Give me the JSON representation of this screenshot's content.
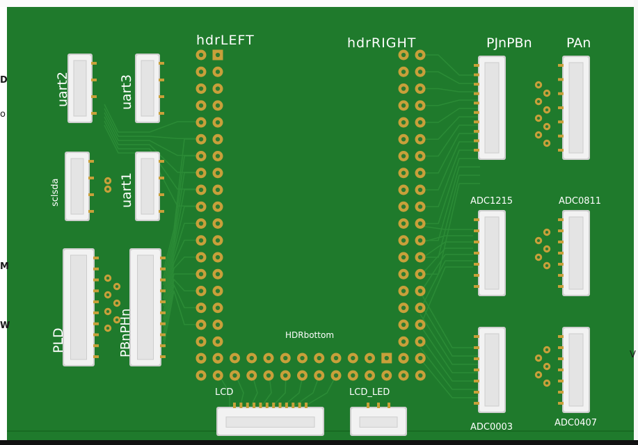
{
  "viewer": {
    "edge_glyphs": [
      "D",
      "o",
      "M",
      "W",
      "V"
    ]
  },
  "colors": {
    "board": "#1f7a2c",
    "board_dark": "#17651f",
    "trace": "#2a8a35",
    "pad_gold": "#c8a03a",
    "pad_hole": "#2c7a30",
    "connector_body": "#f2f2f2",
    "connector_shadow": "#cfcfcf",
    "silkscreen": "#ffffff"
  },
  "board": {
    "labels": {
      "hdr_left": "hdrLEFT",
      "hdr_right": "hdrRIGHT",
      "hdr_bottom": "HDRbottom",
      "pjnpbn": "PJnPBn",
      "pan": "PAn",
      "uart2": "uart2",
      "uart3": "uart3",
      "uart1": "uart1",
      "sclsda": "sclsda",
      "pld": "PLD",
      "pbnphn": "PBnPHn",
      "adc1215": "ADC1215",
      "adc0811": "ADC0811",
      "adc0003": "ADC0003",
      "adc0407": "ADC0407",
      "lcd": "LCD",
      "lcd_led": "LCD_LED"
    }
  }
}
